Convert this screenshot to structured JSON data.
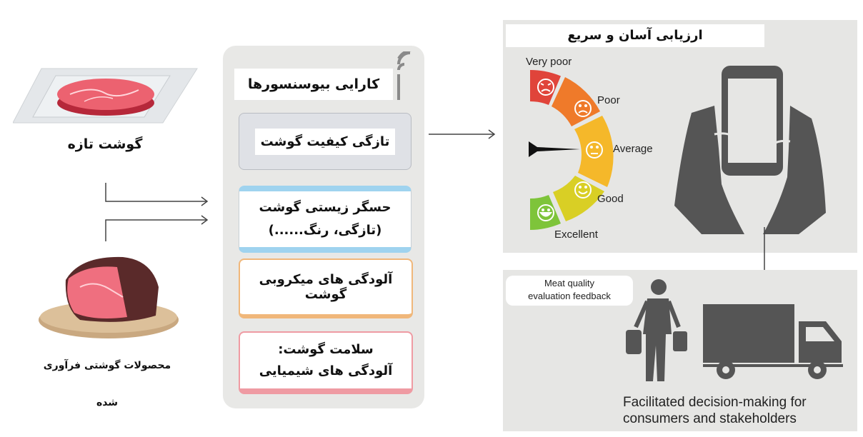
{
  "left": {
    "fresh_meat_label": "گوشت تازه",
    "processed_label": "محصولات گوشتی فرآوری شده"
  },
  "center": {
    "title": "کارایی بیوسنسورها",
    "items": [
      {
        "text": "تازگی کیفیت گوشت",
        "accent": "#c9ccd4"
      },
      {
        "text_line1": "حسگر زیستی گوشت",
        "text_line2": "(تازگی، رنگ......)",
        "accent": "#9fd3ef"
      },
      {
        "text": "آلودگی های میکروبی گوشت",
        "accent": "#f0b77a"
      },
      {
        "text_line1": "سلامت گوشت:",
        "text_line2": "آلودگی های شیمیایی",
        "accent": "#ef9ba3"
      }
    ],
    "wifi_icon": "wifi-signal-icon"
  },
  "right_top": {
    "title": "ارزیابی آسان و سریع",
    "scale": [
      {
        "label": "Very poor",
        "color": "#e0443a",
        "face": "angry"
      },
      {
        "label": "Poor",
        "color": "#ef7a2a",
        "face": "sad"
      },
      {
        "label": "Average",
        "color": "#f5b82a",
        "face": "neutral"
      },
      {
        "label": "Good",
        "color": "#d9cf25",
        "face": "smile"
      },
      {
        "label": "Excellent",
        "color": "#7ec43a",
        "face": "happy"
      }
    ],
    "pointer_at": "Average",
    "phone_icon": "smartphone-hands-icon"
  },
  "right_bottom": {
    "feedback_label_line1": "Meat quality",
    "feedback_label_line2": "evaluation feedback",
    "decision_line1": "Facilitated decision-making for",
    "decision_line2": "consumers and stakeholders",
    "icons": [
      "shopper-icon",
      "truck-icon"
    ]
  }
}
